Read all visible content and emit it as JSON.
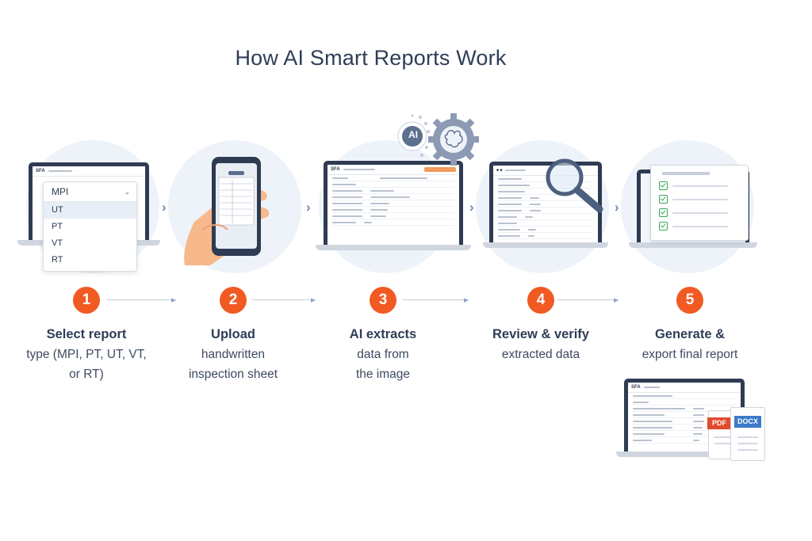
{
  "title": "How AI Smart Reports Work",
  "colors": {
    "accent": "#f15a22",
    "dark": "#2e3b52",
    "ai_badge": "#f15a22"
  },
  "steps": [
    {
      "number": "1",
      "title": "Select report",
      "lines": [
        "type (MPI, PT, UT, VT,",
        "or RT)"
      ]
    },
    {
      "number": "2",
      "title": "Upload",
      "lines": [
        "handwritten",
        "inspection sheet"
      ]
    },
    {
      "number": "3",
      "title": "AI extracts",
      "lines": [
        "data from",
        "the image"
      ]
    },
    {
      "number": "4",
      "title": "Review & verify",
      "lines": [
        "extracted data"
      ]
    },
    {
      "number": "5",
      "title": "Generate &",
      "lines": [
        "export final report"
      ]
    }
  ],
  "step1_screen": {
    "app": "SFA",
    "dropdown_selected": "MPI",
    "options": [
      "UT",
      "PT",
      "VT",
      "RT"
    ]
  },
  "step3_screen": {
    "app": "SFA"
  },
  "ai_badge": "AI",
  "export_screen": {
    "app": "SFA"
  },
  "export_files": [
    "PDF",
    "DOCX"
  ]
}
